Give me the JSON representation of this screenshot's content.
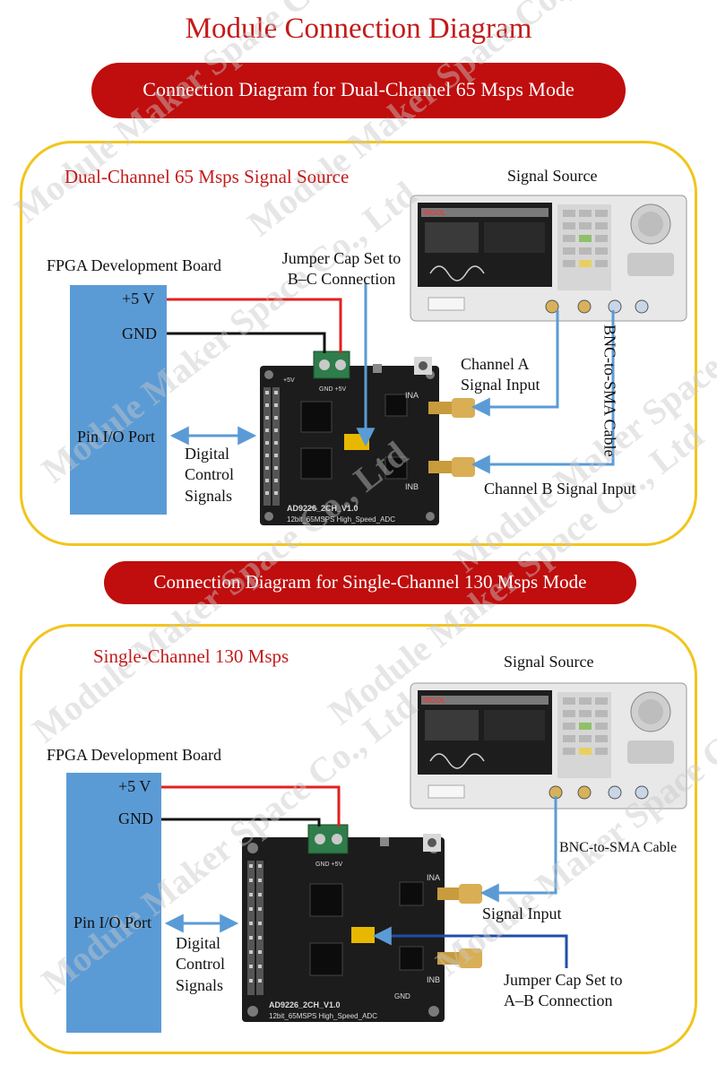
{
  "title": "Module Connection Diagram",
  "watermark": "Module Maker Space Co., Ltd",
  "dual": {
    "banner": "Connection Diagram for Dual-Channel 65 Msps Mode",
    "section_title": "Dual-Channel 65 Msps Signal Source",
    "signal_source": "Signal Source",
    "fpga_board": "FPGA Development Board",
    "plus5v": "+5 V",
    "gnd": "GND",
    "pin_io": "Pin I/O Port",
    "digital_control": [
      "Digital",
      "Control",
      "Signals"
    ],
    "jumper": [
      "Jumper Cap Set to",
      "B–C Connection"
    ],
    "channel_a": [
      "Channel A",
      "Signal Input"
    ],
    "channel_b": "Channel B Signal Input",
    "cable": "BNC-to-SMA Cable"
  },
  "single": {
    "banner": "Connection Diagram for Single-Channel 130 Msps Mode",
    "section_title": "Single-Channel 130 Msps",
    "signal_source": "Signal Source",
    "fpga_board": "FPGA Development Board",
    "plus5v": "+5 V",
    "gnd": "GND",
    "pin_io": "Pin I/O Port",
    "digital_control": [
      "Digital",
      "Control",
      "Signals"
    ],
    "jumper": [
      "Jumper Cap Set to",
      "A–B Connection"
    ],
    "signal_input": "Signal Input",
    "cable": "BNC-to-SMA Cable"
  },
  "board": {
    "model": "AD9226_2CH_V1.0",
    "spec": "12bit_65MSPS   High_Speed_ADC",
    "ina": "INA",
    "inb": "INB",
    "gnd": "GND"
  },
  "generator": {
    "brand": "RIGOL"
  },
  "colors": {
    "red_wire": "#e02020",
    "black_wire": "#111111",
    "blue_line": "#5b9bd5",
    "fpga_fill": "#5b9bd5",
    "banner": "#c00d0d",
    "panel_border": "#f2c51c"
  }
}
